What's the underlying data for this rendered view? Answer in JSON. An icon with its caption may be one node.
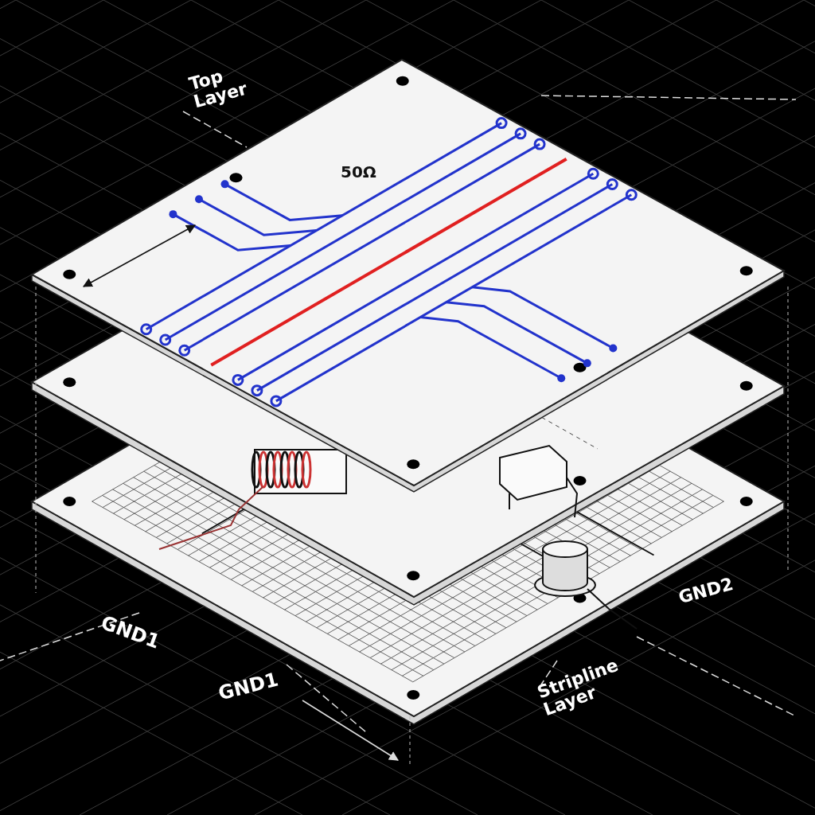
{
  "diagram": {
    "labels": [
      "Top Layer",
      "50Ω",
      "GND1",
      "GND1",
      "GND2",
      "Stripline Layer"
    ]
  }
}
